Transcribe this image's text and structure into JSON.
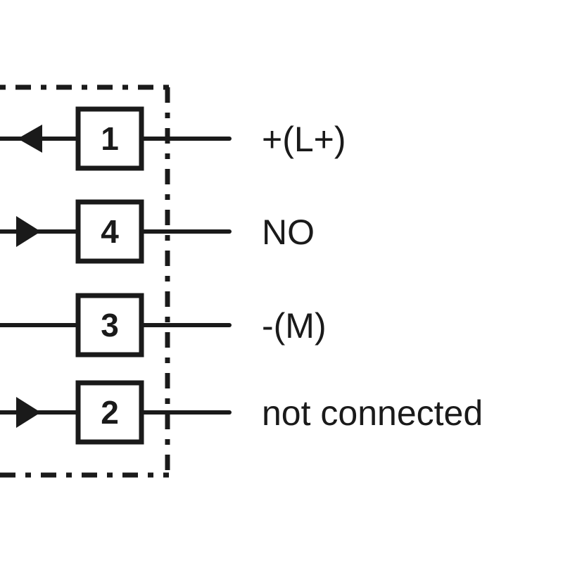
{
  "diagram": {
    "type": "connector-pinout",
    "pins": [
      {
        "number": "1",
        "label": "+(L+)",
        "arrow": "out"
      },
      {
        "number": "4",
        "label": "NO",
        "arrow": "in"
      },
      {
        "number": "3",
        "label": "-(M)",
        "arrow": "none"
      },
      {
        "number": "2",
        "label": "not connected",
        "arrow": "in"
      }
    ]
  }
}
